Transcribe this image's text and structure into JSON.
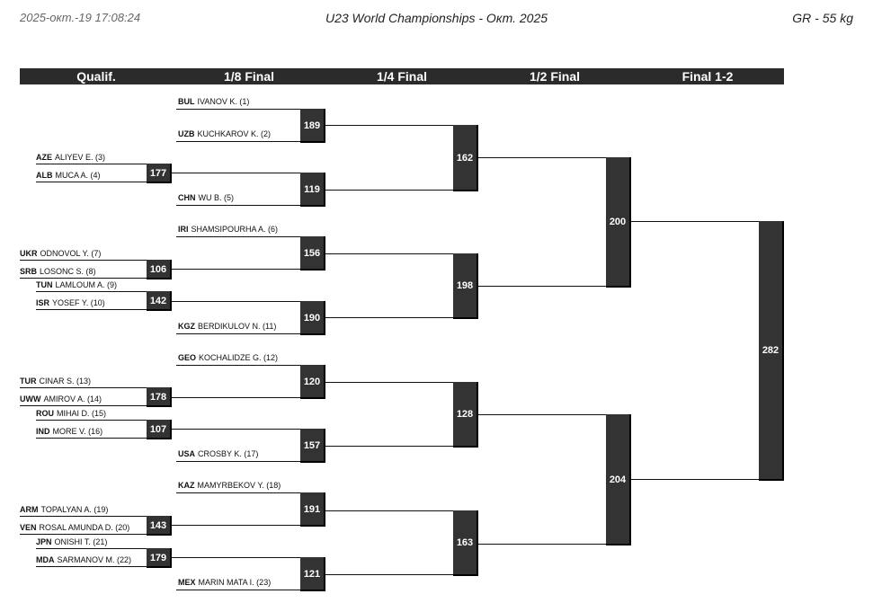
{
  "header": {
    "datetime": "2025-окт.-19 17:08:24",
    "title": "U23 World Championships - Окт. 2025",
    "category": "GR - 55 kg"
  },
  "columns": [
    "Qualif.",
    "1/8 Final",
    "1/4 Final",
    "1/2 Final",
    "Final 1-2"
  ],
  "entries": [
    {
      "code": "BUL",
      "name": "IVANOV K. (1)"
    },
    {
      "code": "UZB",
      "name": "KUCHKAROV K. (2)"
    },
    {
      "code": "AZE",
      "name": "ALIYEV E. (3)"
    },
    {
      "code": "ALB",
      "name": "MUCA A. (4)"
    },
    {
      "code": "CHN",
      "name": "WU B. (5)"
    },
    {
      "code": "IRI",
      "name": "SHAMSIPOURHA A. (6)"
    },
    {
      "code": "UKR",
      "name": "ODNOVOL Y. (7)"
    },
    {
      "code": "SRB",
      "name": "LOSONC S. (8)"
    },
    {
      "code": "TUN",
      "name": "LAMLOUM A. (9)"
    },
    {
      "code": "ISR",
      "name": "YOSEF Y. (10)"
    },
    {
      "code": "KGZ",
      "name": "BERDIKULOV N. (11)"
    },
    {
      "code": "GEO",
      "name": "KOCHALIDZE G. (12)"
    },
    {
      "code": "TUR",
      "name": "CINAR S. (13)"
    },
    {
      "code": "UWW",
      "name": "AMIROV A. (14)"
    },
    {
      "code": "ROU",
      "name": "MIHAI D. (15)"
    },
    {
      "code": "IND",
      "name": "MORE V. (16)"
    },
    {
      "code": "USA",
      "name": "CROSBY K. (17)"
    },
    {
      "code": "KAZ",
      "name": "MAMYRBEKOV Y. (18)"
    },
    {
      "code": "ARM",
      "name": "TOPALYAN A. (19)"
    },
    {
      "code": "VEN",
      "name": "ROSAL AMUNDA D. (20)"
    },
    {
      "code": "JPN",
      "name": "ONISHI T. (21)"
    },
    {
      "code": "MDA",
      "name": "SARMANOV M. (22)"
    },
    {
      "code": "MEX",
      "name": "MARIN MATA I. (23)"
    }
  ],
  "bouts": {
    "qualif": [
      "177",
      "106",
      "142",
      "178",
      "107",
      "143",
      "179"
    ],
    "r16": [
      "189",
      "119",
      "156",
      "190",
      "120",
      "157",
      "191",
      "121"
    ],
    "qf": [
      "162",
      "198",
      "128",
      "163"
    ],
    "sf": [
      "200",
      "204"
    ],
    "final": [
      "282"
    ]
  }
}
